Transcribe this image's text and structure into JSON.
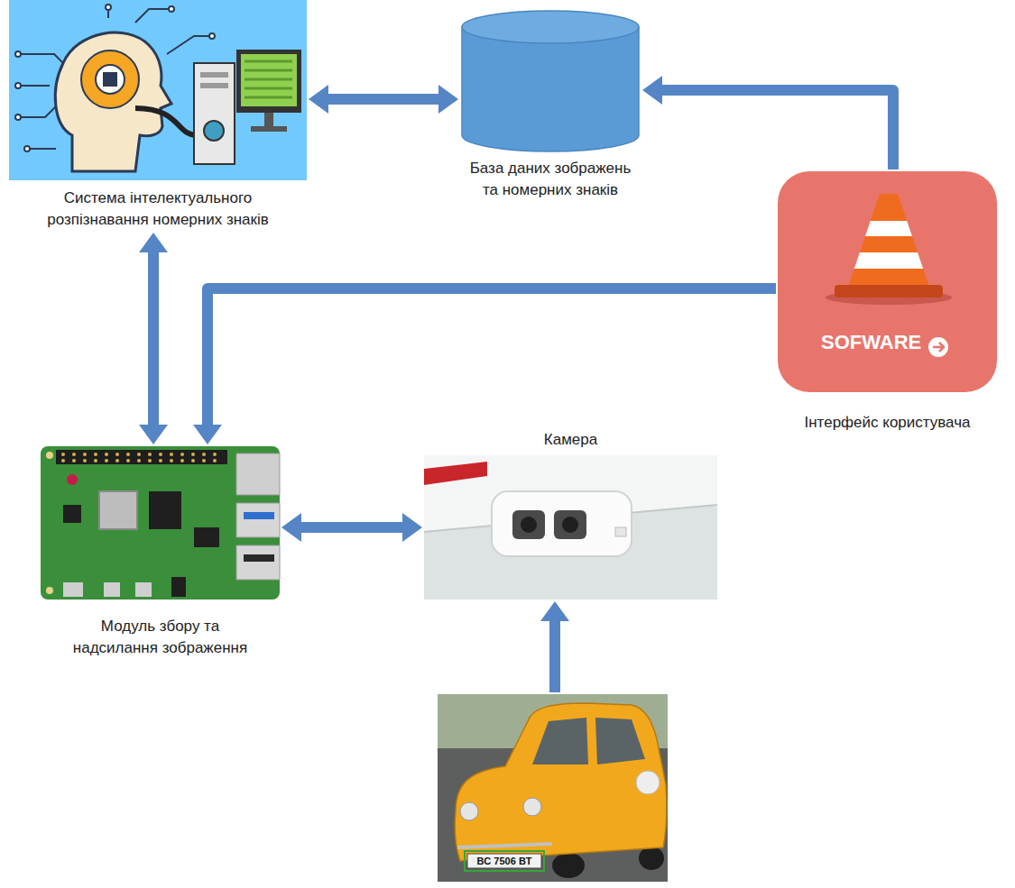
{
  "diagram": {
    "nodes": [
      {
        "text": [
          "Система інтелектуального розпізнавання номерних знаків"
        ]
      },
      {
        "text": [
          "База даних зображень та номерних знаків"
        ]
      },
      {
        "text": [
          "SOFWARE",
          "Інтерфейс користувача"
        ]
      },
      {
        "text": [
          "Камера"
        ]
      },
      {
        "text": [
          "Модуль збору та надсилання зображення"
        ]
      },
      {
        "text": [
          "BC 7506 BT"
        ]
      }
    ],
    "edges": [
      {
        "from": 0,
        "to": 1,
        "arrow": "both"
      },
      {
        "from": 2,
        "to": 1,
        "arrow": "to"
      },
      {
        "from": 2,
        "to": 4,
        "arrow": "to"
      },
      {
        "from": 0,
        "to": 4,
        "arrow": "both"
      },
      {
        "from": 4,
        "to": 3,
        "arrow": "both"
      },
      {
        "from": 5,
        "to": 3,
        "arrow": "to"
      }
    ]
  }
}
